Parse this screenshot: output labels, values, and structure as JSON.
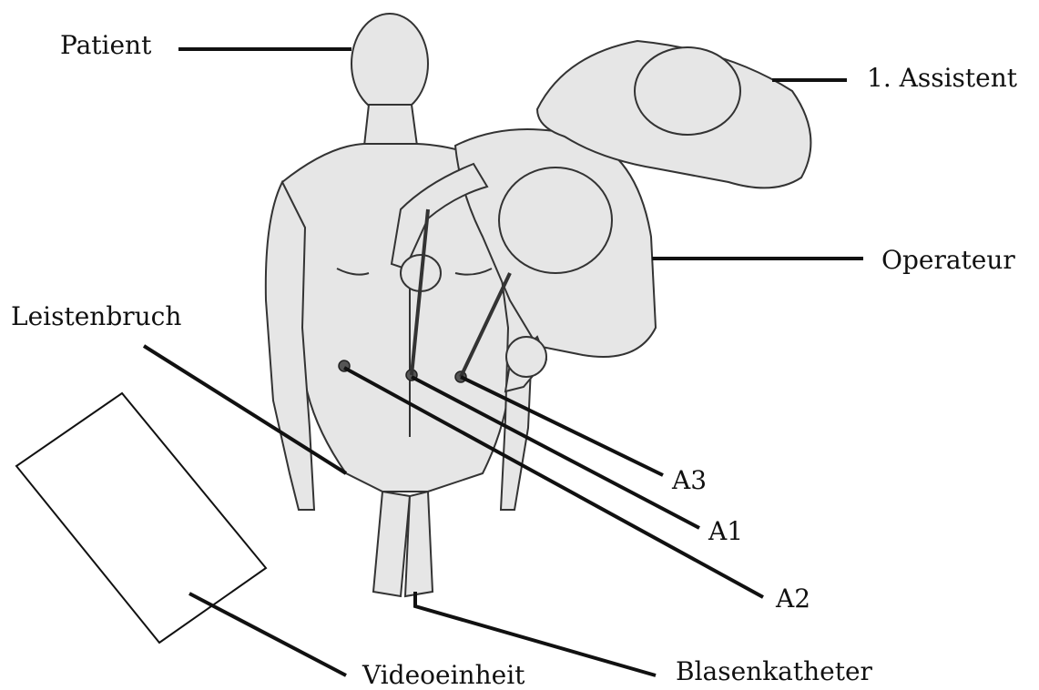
{
  "labels": {
    "patient": "Patient",
    "assistant": "1. Assistent",
    "operator": "Operateur",
    "hernia": "Leistenbruch",
    "a3": "A3",
    "a1": "A1",
    "a2": "A2",
    "video": "Videoeinheit",
    "catheter": "Blasenkatheter"
  },
  "colors": {
    "line": "#111111",
    "figure_fill": "#e6e6e6",
    "figure_stroke": "#333333"
  }
}
